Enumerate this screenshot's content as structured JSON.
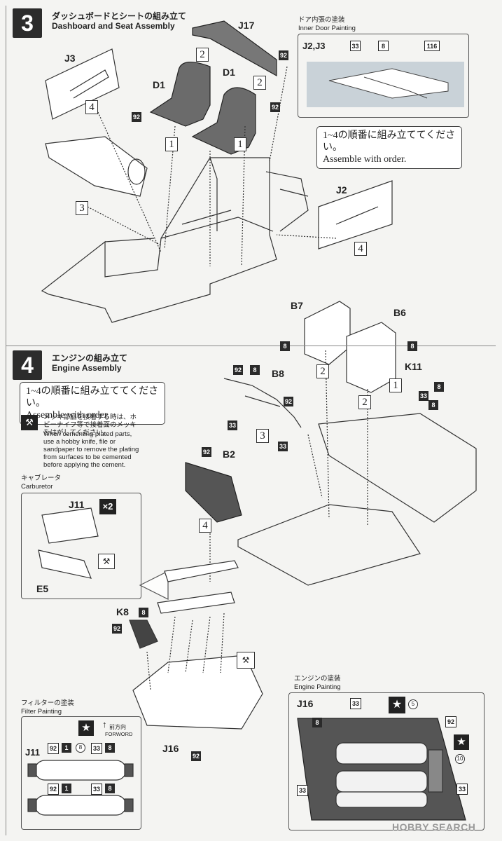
{
  "step3": {
    "number": "3",
    "title_ja": "ダッシュボードとシートの組み立て",
    "title_en": "Dashboard and Seat Assembly",
    "parts": {
      "j17": "J17",
      "j3": "J3",
      "d1a": "D1",
      "d1b": "D1",
      "j2": "J2"
    },
    "color_codes": {
      "c92": "92"
    },
    "order": {
      "o1": "1",
      "o2": "2",
      "o3": "3",
      "o4": "4"
    },
    "inner_door": {
      "title_ja": "ドア内張の塗装",
      "title_en": "Inner Door Painting",
      "part": "J2,J3",
      "c33": "33",
      "c8": "8",
      "c116": "116"
    },
    "note_ja": "1~4の順番に組み立ててください。",
    "note_en": "Assemble with order."
  },
  "step4": {
    "number": "4",
    "title_ja": "エンジンの組み立て",
    "title_en": "Engine Assembly",
    "note_ja": "1~4の順番に組み立ててください。",
    "note_en": "Assemble with order.",
    "plating_ja": "メッキ部品を接着する時は、ホビーナイフ等で接着面のメッキをはがしてください。",
    "plating_en": "When cementing plated parts, use a hobby knife, file or sandpaper to remove the plating from surfaces to be cemented before applying the cement.",
    "parts": {
      "b7": "B7",
      "b6": "B6",
      "b8": "B8",
      "k11": "K11",
      "b2": "B2",
      "k8": "K8",
      "j16": "J16",
      "j11": "J11",
      "e5": "E5"
    },
    "carb": {
      "title_ja": "キャブレータ",
      "title_en": "Carburetor",
      "x2": "×2"
    },
    "filter": {
      "title_ja": "フィルターの塗装",
      "title_en": "Filter Painting",
      "forward_ja": "前方向",
      "forward_en": "FORWORD",
      "c92": "92",
      "c1": "1",
      "c8": "8",
      "c33": "33",
      "c8b": "8"
    },
    "engine_paint": {
      "title_ja": "エンジンの塗装",
      "title_en": "Engine Painting",
      "part": "J16",
      "c33": "33",
      "c5": "5",
      "c8": "8",
      "c92": "92",
      "c10": "10"
    }
  },
  "watermark": "HOBBY SEARCH"
}
